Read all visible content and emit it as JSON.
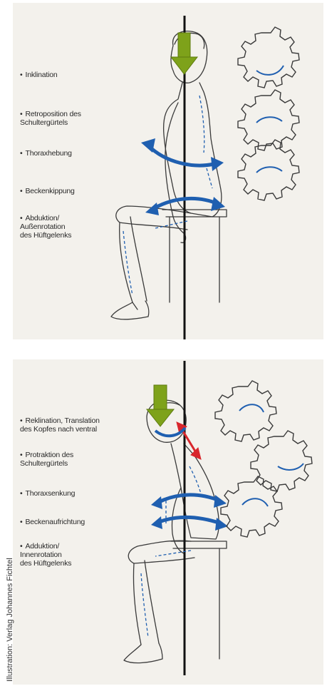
{
  "top_panel": {
    "labels": [
      "Inklination",
      "Retroposition des\nSchultergürtels",
      "Thoraxhebung",
      "Beckenkippung",
      "Abduktion/\nAußenrotation\ndes Hüftgelenks"
    ]
  },
  "bottom_panel": {
    "labels": [
      "Reklination, Translation\ndes Kopfes nach ventral",
      "Protraktion des\nSchultergürtels",
      "Thoraxsenkung",
      "Beckenaufrichtung",
      "Adduktion/\nInnenrotation\ndes Hüftgelenks"
    ]
  },
  "credit": "Illustration: Verlag Johannes Fichtel",
  "colors": {
    "panel_bg": "#f3f1ec",
    "arrow_blue": "#1f5fb0",
    "gravity_green": "#7ea21a",
    "tension_red": "#d8262c",
    "outline": "#3a3a3a"
  }
}
